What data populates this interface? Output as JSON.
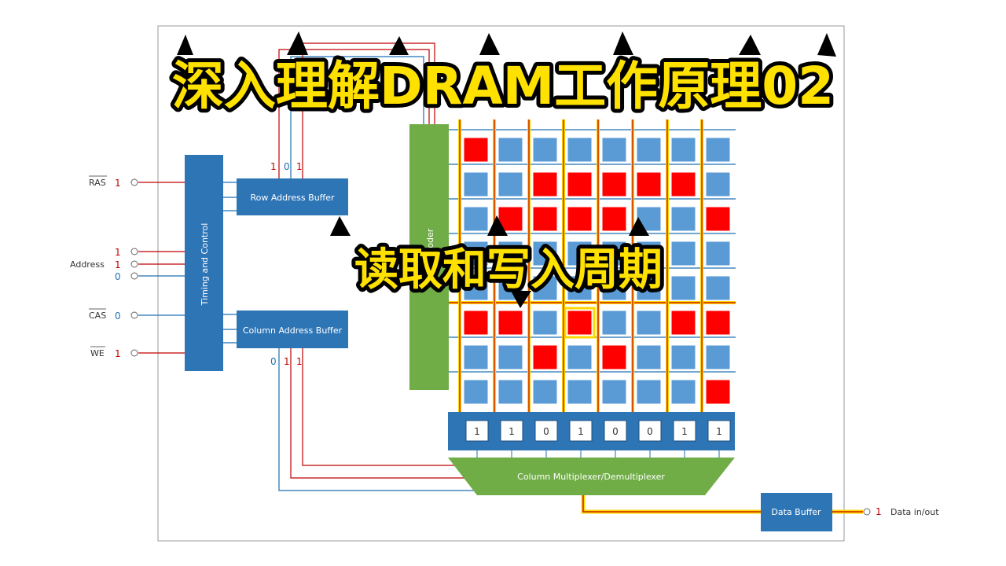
{
  "title": "深入理解DRAM工作原理02",
  "subtitle": "读取和写入周期",
  "signals": {
    "ras": {
      "label": "RAS",
      "value": "1"
    },
    "address": {
      "label": "Address",
      "values": [
        "1",
        "1",
        "0"
      ]
    },
    "cas": {
      "label": "CAS",
      "value": "0"
    },
    "we": {
      "label": "WE",
      "value": "1"
    },
    "data": {
      "label": "Data in/out",
      "value": "1"
    }
  },
  "blocks": {
    "timing": "Timing and Control",
    "row_buffer": "Row Address Buffer",
    "col_buffer": "Column Address Buffer",
    "row_decoder": "Row Decoder",
    "col_mux": "Column Multiplexer/Demultiplexer",
    "data_buffer": "Data Buffer"
  },
  "row_address_bits": [
    "1",
    "0",
    "1"
  ],
  "column_address_bits": [
    "0",
    "1",
    "1"
  ],
  "sense_amp_bits": [
    "1",
    "1",
    "0",
    "1",
    "0",
    "0",
    "1",
    "1"
  ],
  "memory_grid": [
    [
      1,
      0,
      0,
      0,
      0,
      0,
      0,
      0
    ],
    [
      0,
      0,
      1,
      1,
      1,
      1,
      1,
      0
    ],
    [
      0,
      1,
      1,
      1,
      1,
      0,
      0,
      1
    ],
    [
      0,
      0,
      0,
      0,
      0,
      0,
      0,
      0
    ],
    [
      0,
      0,
      0,
      0,
      0,
      0,
      0,
      0
    ],
    [
      1,
      1,
      0,
      1,
      0,
      0,
      1,
      1
    ],
    [
      0,
      0,
      1,
      0,
      1,
      0,
      0,
      0
    ],
    [
      0,
      0,
      0,
      0,
      0,
      0,
      0,
      1
    ]
  ],
  "selected_cell": {
    "row": 5,
    "col": 3
  },
  "colors": {
    "block_blue": "#2e75b6",
    "cell_blue": "#5b9bd5",
    "cell_red": "#ff0000",
    "decoder_green": "#70ad47",
    "wire_red": "#c00000",
    "wire_blue": "#1f6fb2",
    "highlight_yellow": "#ffd700",
    "title_yellow": "#ffe100"
  }
}
